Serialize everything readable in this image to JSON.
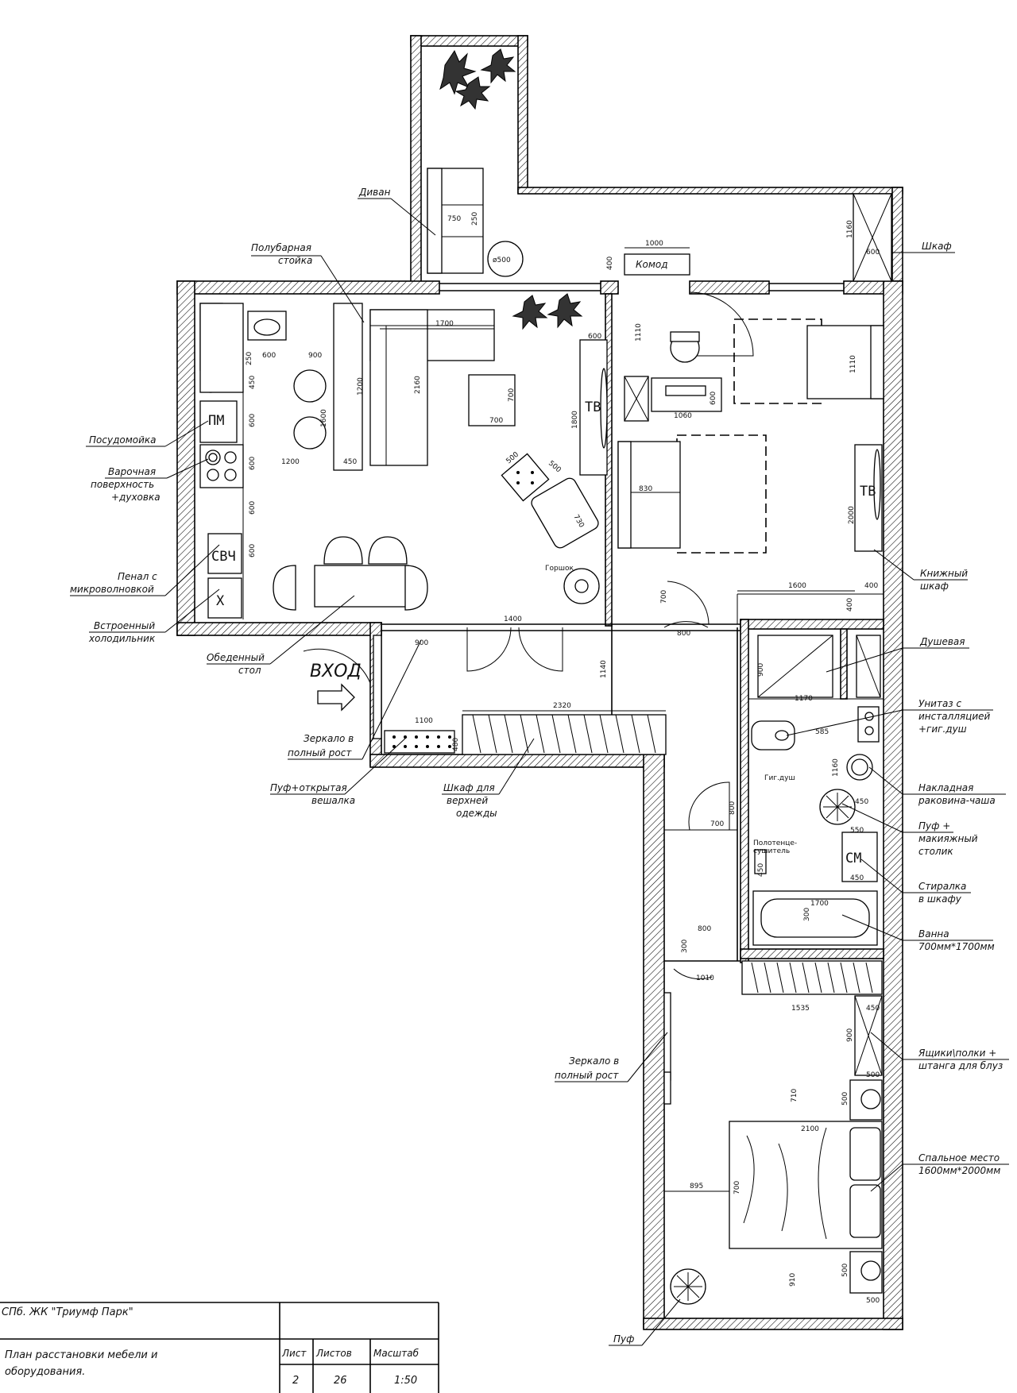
{
  "labels": {
    "divan": "Диван",
    "polubar": [
      "Полубарная",
      "стойка"
    ],
    "shkaf": "Шкаф",
    "komod": "Комод",
    "posudomoika": "Посудомойка",
    "varochnaya": [
      "Варочная",
      "поверхность",
      "+духовка"
    ],
    "penal": [
      "Пенал с",
      "микроволновкой"
    ],
    "holodilnik": [
      "Встроенный",
      "холодильник"
    ],
    "obedenny": [
      "Обеденный",
      "стол"
    ],
    "vhod": "ВХОД",
    "zerkalo1": [
      "Зеркало в",
      "полный рост"
    ],
    "puf_veshalka": [
      "Пуф+открытая",
      "вешалка"
    ],
    "shkaf_verh": [
      "Шкаф для",
      "верхней",
      "одежды"
    ],
    "knizhny": [
      "Книжный",
      "шкаф"
    ],
    "dushevaya": "Душевая",
    "unitaz": [
      "Унитаз с",
      "инсталляцией",
      "+гиг.душ"
    ],
    "rakovina": [
      "Накладная",
      "раковина-чаша"
    ],
    "puf_makiyazh": [
      "Пуф +",
      "макияжный",
      "столик"
    ],
    "stiralka": [
      "Стиралка",
      "в шкафу"
    ],
    "vanna": [
      "Ванна",
      "700мм*1700мм"
    ],
    "yashiki": [
      "Ящики\\полки +",
      "штанга для блуз"
    ],
    "zerkalo2": [
      "Зеркало в",
      "полный рост"
    ],
    "spalnoe": [
      "Спальное место",
      "1600мм*2000мм"
    ],
    "puf": "Пуф",
    "tv1": "ТВ",
    "tv2": "ТВ",
    "pm": "ПМ",
    "svch": "СВЧ",
    "x": "Х",
    "sm": "СМ",
    "dia": "ø500",
    "gorshok": "Горшок",
    "gigdush": "Гиг.душ",
    "polotence": [
      "Полотенце-",
      "сушитель"
    ]
  },
  "dims": {
    "d1000": "1000",
    "d400a": "400",
    "d600a": "600",
    "d1160": "1160",
    "d750": "750",
    "d250": "250",
    "d1700": "1700",
    "d600b": "600",
    "d1110a": "1110",
    "d1110b": "1110",
    "d1060": "1060",
    "d600c": "600",
    "d900": "900",
    "d250b": "250",
    "d450": "450",
    "d600d": "600",
    "d1600": "1600",
    "d1200": "1200",
    "d600e": "600",
    "d600f": "600",
    "d600g": "600",
    "d600h": "600",
    "d450b": "450",
    "d1200b": "1200",
    "d2160": "2160",
    "d700": "700",
    "d700b": "700",
    "d1800": "1800",
    "d500a": "500",
    "d500b": "500",
    "d730": "730",
    "d830": "830",
    "d2000": "2000",
    "d1600b": "1600",
    "d400b": "400",
    "d400c": "400",
    "d700c": "700",
    "d800a": "800",
    "d1400": "1400",
    "d900b": "900",
    "d1140": "1140",
    "d2320": "2320",
    "d1100": "1100",
    "d480": "480",
    "d900c": "900",
    "d1170": "1170",
    "d585": "585",
    "d1160b": "1160",
    "d450c": "450",
    "d550": "550",
    "d450d": "450",
    "d800b": "800",
    "d700d": "700",
    "d450e": "450",
    "d1700b": "1700",
    "d300": "300",
    "d800c": "800",
    "d300b": "300",
    "d1010": "1010",
    "d1535": "1535",
    "d450f": "450",
    "d900d": "900",
    "d500c": "500",
    "d710": "710",
    "d500d": "500",
    "d2100": "2100",
    "d895": "895",
    "d700e": "700",
    "d500e": "500",
    "d910": "910",
    "d500f": "500"
  },
  "title_block": {
    "project": "СПб. ЖК \"Триумф Парк\"",
    "sheet_title": [
      "План расстановки мебели и",
      "оборудования."
    ],
    "headers": [
      "Лист",
      "Листов",
      "Масштаб"
    ],
    "values": [
      "2",
      "26",
      "1:50"
    ]
  }
}
